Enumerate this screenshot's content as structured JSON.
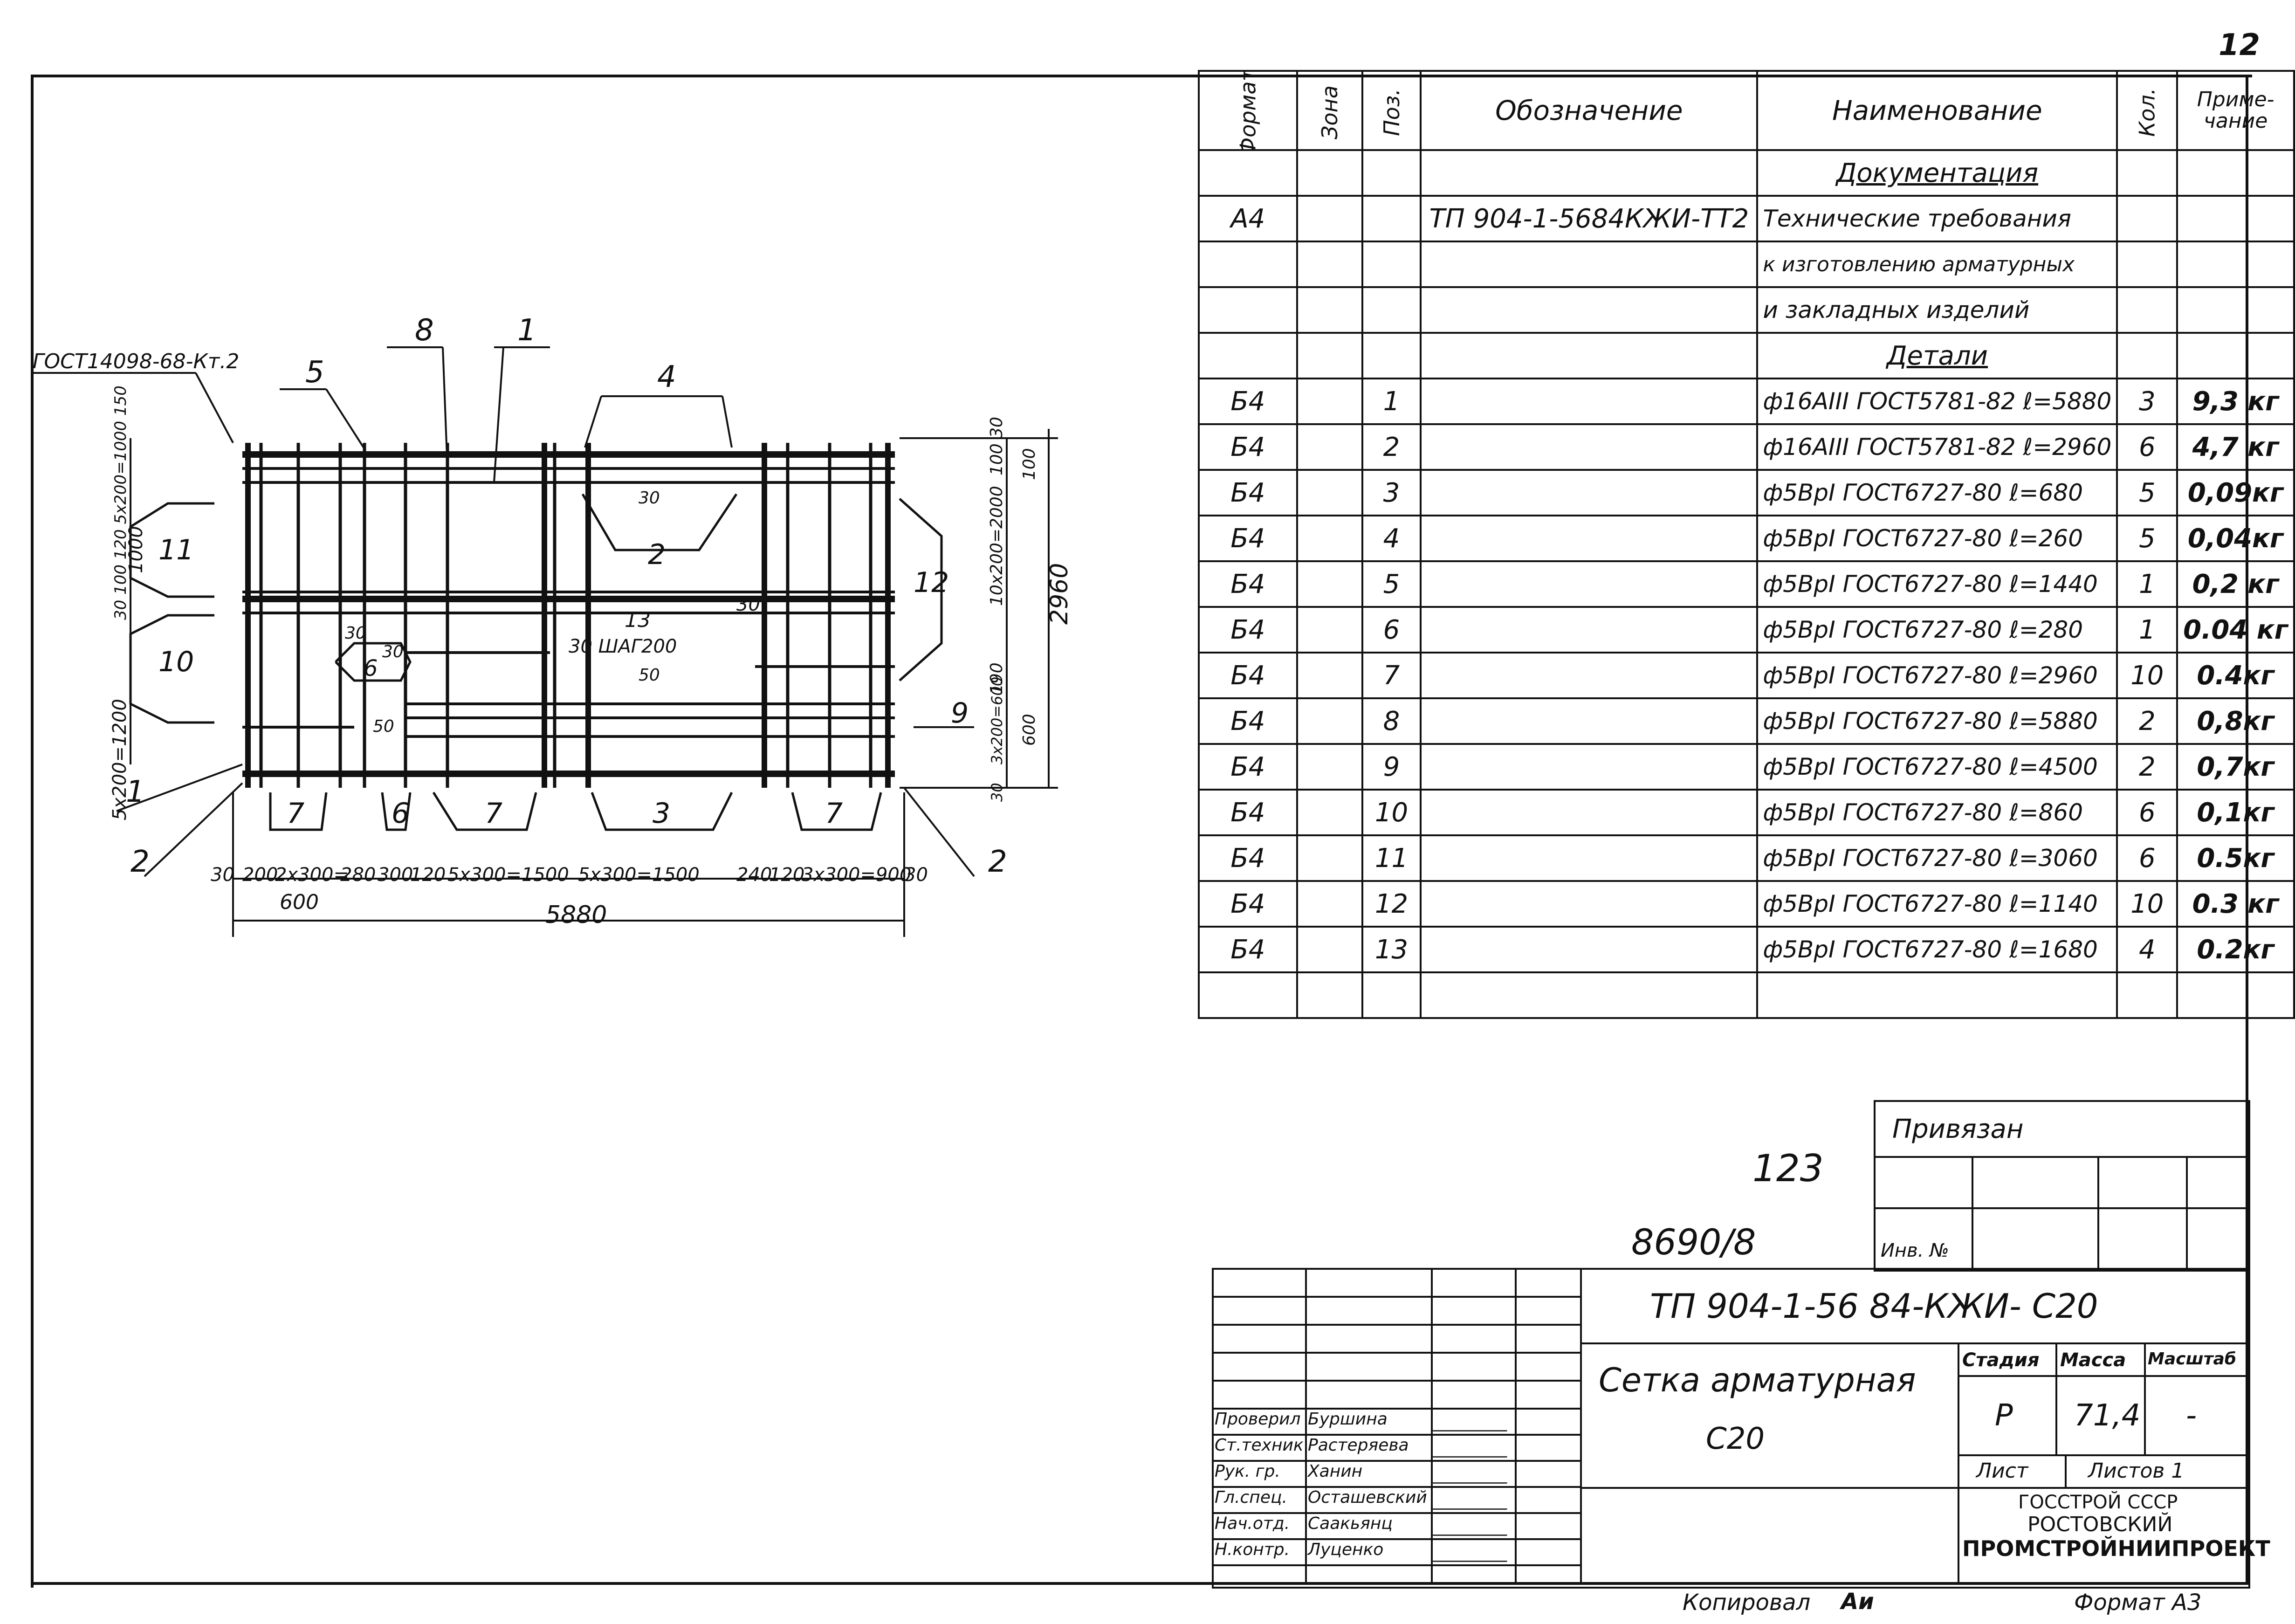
{
  "page": {
    "sheet_number": "12",
    "copied_by": "Копировал",
    "copier_initials": "Аи",
    "format": "Формат А3"
  },
  "spec_table": {
    "headers": {
      "format": "Формат",
      "zone": "Зона",
      "pos": "Поз.",
      "designation": "Обозначение",
      "name": "Наименование",
      "qty": "Кол.",
      "note": "Приме-чание"
    },
    "sections": {
      "documentation": "Документация",
      "details": "Детали"
    },
    "doc_row": {
      "format": "А4",
      "designation": "ТП 904-1-5684КЖИ-ТТ2",
      "name_lines": [
        "Технические требования",
        "к изготовлению арматурных",
        "и закладных изделий"
      ]
    },
    "rows": [
      {
        "format": "Б4",
        "pos": "1",
        "name": "ф16АIII ГОСТ5781-82 ℓ=5880",
        "qty": "3",
        "note": "9,3 кг"
      },
      {
        "format": "Б4",
        "pos": "2",
        "name": "ф16АIII ГОСТ5781-82 ℓ=2960",
        "qty": "6",
        "note": "4,7 кг"
      },
      {
        "format": "Б4",
        "pos": "3",
        "name": "ф5ВрI ГОСТ6727-80 ℓ=680",
        "qty": "5",
        "note": "0,09кг"
      },
      {
        "format": "Б4",
        "pos": "4",
        "name": "ф5ВрI ГОСТ6727-80 ℓ=260",
        "qty": "5",
        "note": "0,04кг"
      },
      {
        "format": "Б4",
        "pos": "5",
        "name": "ф5ВрI ГОСТ6727-80 ℓ=1440",
        "qty": "1",
        "note": "0,2 кг"
      },
      {
        "format": "Б4",
        "pos": "6",
        "name": "ф5ВрI ГОСТ6727-80 ℓ=280",
        "qty": "1",
        "note": "0.04 кг"
      },
      {
        "format": "Б4",
        "pos": "7",
        "name": "ф5ВрI ГОСТ6727-80 ℓ=2960",
        "qty": "10",
        "note": "0.4кг"
      },
      {
        "format": "Б4",
        "pos": "8",
        "name": "ф5ВрI ГОСТ6727-80 ℓ=5880",
        "qty": "2",
        "note": "0,8кг"
      },
      {
        "format": "Б4",
        "pos": "9",
        "name": "ф5ВрI ГОСТ6727-80 ℓ=4500",
        "qty": "2",
        "note": "0,7кг"
      },
      {
        "format": "Б4",
        "pos": "10",
        "name": "ф5ВрI ГОСТ6727-80 ℓ=860",
        "qty": "6",
        "note": "0,1кг"
      },
      {
        "format": "Б4",
        "pos": "11",
        "name": "ф5ВрI ГОСТ6727-80 ℓ=3060",
        "qty": "6",
        "note": "0.5кг"
      },
      {
        "format": "Б4",
        "pos": "12",
        "name": "ф5ВрI ГОСТ6727-80 ℓ=1140",
        "qty": "10",
        "note": "0.3 кг"
      },
      {
        "format": "Б4",
        "pos": "13",
        "name": "ф5ВрI ГОСТ6727-80 ℓ=1680",
        "qty": "4",
        "note": "0.2кг"
      }
    ]
  },
  "drawing": {
    "gost_label": "ГОСТ14098-68-Кт.2",
    "callouts_top": [
      "5",
      "8",
      "1",
      "4"
    ],
    "callouts_bottom_left": [
      "1",
      "2"
    ],
    "callout_bottom_right": "2",
    "callout_right": "9",
    "inner_labels": [
      "11",
      "10",
      "2",
      "6",
      "13",
      "12"
    ],
    "bottom_cell_labels": [
      "7",
      "6",
      "7",
      "3",
      "7"
    ],
    "shag_label": "30 ШАГ200",
    "small_dims": [
      "30",
      "30",
      "30",
      "50",
      "50",
      "30"
    ],
    "bottom_dims": [
      "30",
      "200",
      "2x300=",
      "280",
      "300",
      "120",
      "5x300=1500",
      "5x300=1500",
      "240",
      "120",
      "3x300=900",
      "30"
    ],
    "bottom_dim_600": "600",
    "total_length": "5880",
    "left_dims": {
      "top_stack": "30 100 120 5x200=1000 150",
      "mid": "1000",
      "lower": "5x200=1200"
    },
    "right_dims": {
      "top": "100 30",
      "mid": "10x200=2000",
      "lower": "190",
      "bottom": "3x200=600",
      "b30": "30",
      "right100": "100",
      "right600": "600"
    },
    "overall_height": "2960"
  },
  "stamp": {
    "privyazan": "Привязан",
    "inv_no": "Инв. №",
    "handwritten_123": "123",
    "handwritten_8690": "8690/8",
    "doc_code": "ТП 904-1-56 84-КЖИ- С20",
    "title_line1": "Сетка арматурная",
    "title_line2": "С20",
    "stage_header": "Стадия",
    "mass_header": "Масса",
    "scale_header": "Масштаб",
    "stage": "Р",
    "mass": "71,4",
    "scale": "-",
    "sheet": "Лист",
    "sheets": "Листов 1",
    "org_line1": "ГОССТРОЙ СССР",
    "org_line2": "РОСТОВСКИЙ",
    "org_line3": "ПРОМСТРОЙНИИПРОЕКТ",
    "signers": [
      {
        "role": "Проверил",
        "name": "Буршина"
      },
      {
        "role": "Ст.техник",
        "name": "Растеряева"
      },
      {
        "role": "Рук. гр.",
        "name": "Ханин"
      },
      {
        "role": "Гл.спец.",
        "name": "Осташевский"
      },
      {
        "role": "Нач.отд.",
        "name": "Саакьянц"
      },
      {
        "role": "Н.контр.",
        "name": "Луценко"
      }
    ]
  }
}
